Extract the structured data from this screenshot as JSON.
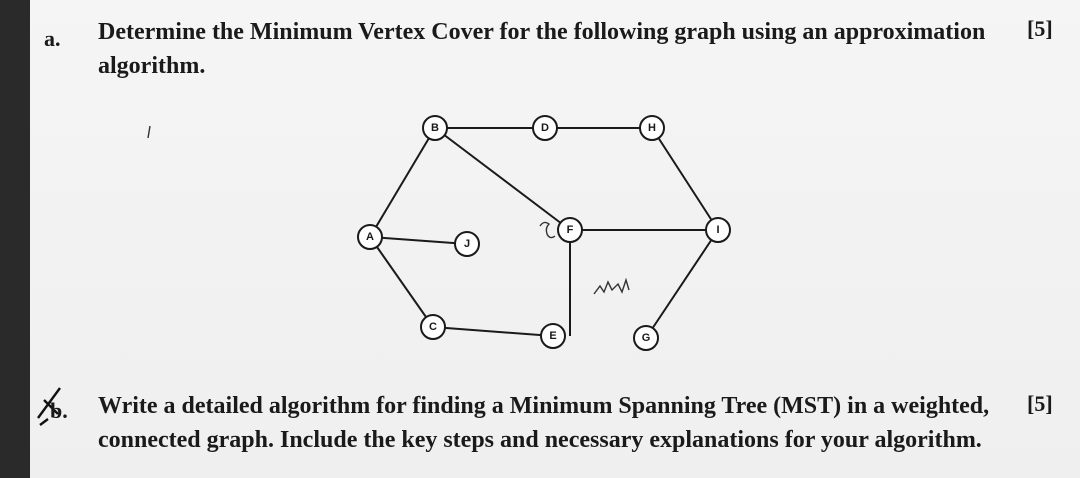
{
  "question_a": {
    "label": "a.",
    "line1": "Determine the Minimum Vertex Cover for the following graph using an approximation",
    "line2": "algorithm.",
    "marks": "[5]"
  },
  "question_b": {
    "label": "b.",
    "line1": "Write a detailed algorithm for finding a Minimum Spanning Tree (MST) in a weighted,",
    "line2": "connected graph. Include the key steps and necessary explanations for your algorithm.",
    "marks": "[5]"
  },
  "graph": {
    "nodes": [
      "A",
      "B",
      "C",
      "D",
      "E",
      "F",
      "G",
      "H",
      "I",
      "J"
    ],
    "edges": [
      [
        "B",
        "D"
      ],
      [
        "D",
        "H"
      ],
      [
        "B",
        "A"
      ],
      [
        "B",
        "F"
      ],
      [
        "A",
        "J"
      ],
      [
        "A",
        "C"
      ],
      [
        "C",
        "E"
      ],
      [
        "F",
        "E"
      ],
      [
        "F",
        "I"
      ],
      [
        "H",
        "I"
      ],
      [
        "I",
        "G"
      ]
    ]
  }
}
